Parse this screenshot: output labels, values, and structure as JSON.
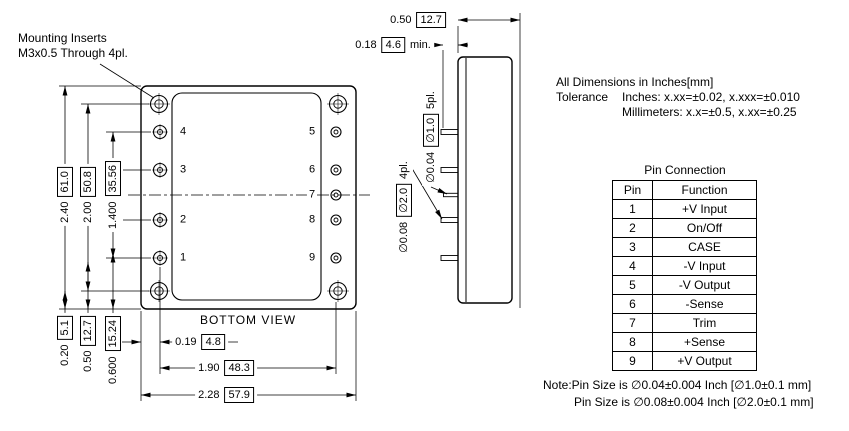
{
  "annotations": {
    "mounting_line1": "Mounting Inserts",
    "mounting_line2": "M3x0.5 Through 4pl.",
    "bottom_view": "BOTTOM VIEW"
  },
  "dims": {
    "overall_height": {
      "inch": "2.40",
      "mm": "61.0"
    },
    "hole_span_height": {
      "inch": "2.00",
      "mm": "50.8"
    },
    "pin_span_height": {
      "inch": "1.400",
      "mm": "35.56"
    },
    "bottom_to_hole": {
      "inch": "0.20",
      "mm": "5.1"
    },
    "bottom_offset_mid": {
      "inch": "0.50",
      "mm": "12.7"
    },
    "bottom_to_pin": {
      "inch": "0.600",
      "mm": "15.24"
    },
    "edge_to_pin": {
      "inch": "0.19",
      "mm": "4.8"
    },
    "pin_span_width": {
      "inch": "1.90",
      "mm": "48.3"
    },
    "overall_width": {
      "inch": "2.28",
      "mm": "57.9"
    },
    "case_depth": {
      "inch": "0.50",
      "mm": "12.7"
    },
    "pin_length": {
      "inch": "0.18",
      "mm": "4.6",
      "suffix": "min."
    },
    "pin_dia_small": {
      "inch": "∅0.04",
      "mm": "∅1.0",
      "suffix": "5pl."
    },
    "pin_dia_large": {
      "inch": "∅0.08",
      "mm": "∅2.0",
      "suffix": "4pl."
    }
  },
  "pins": {
    "left": [
      "4",
      "3",
      "2",
      "1"
    ],
    "right": [
      "5",
      "6",
      "7",
      "8",
      "9"
    ]
  },
  "tolerance": {
    "line1": "All Dimensions in Inches[mm]",
    "label": "Tolerance",
    "inches": "Inches: x.xx=±0.02, x.xxx=±0.010",
    "millimeters": "Millimeters: x.x=±0.5, x.xx=±0.25"
  },
  "pin_table": {
    "title": "Pin Connection",
    "headers": [
      "Pin",
      "Function"
    ],
    "rows": [
      [
        "1",
        "+V Input"
      ],
      [
        "2",
        "On/Off"
      ],
      [
        "3",
        "CASE"
      ],
      [
        "4",
        "-V Input"
      ],
      [
        "5",
        "-V Output"
      ],
      [
        "6",
        "-Sense"
      ],
      [
        "7",
        "Trim"
      ],
      [
        "8",
        "+Sense"
      ],
      [
        "9",
        "+V Output"
      ]
    ]
  },
  "notes": {
    "line1": "Note:Pin Size is ∅0.04±0.004 Inch [∅1.0±0.1 mm]",
    "line2": "Pin Size is ∅0.08±0.004 Inch [∅2.0±0.1 mm]"
  }
}
